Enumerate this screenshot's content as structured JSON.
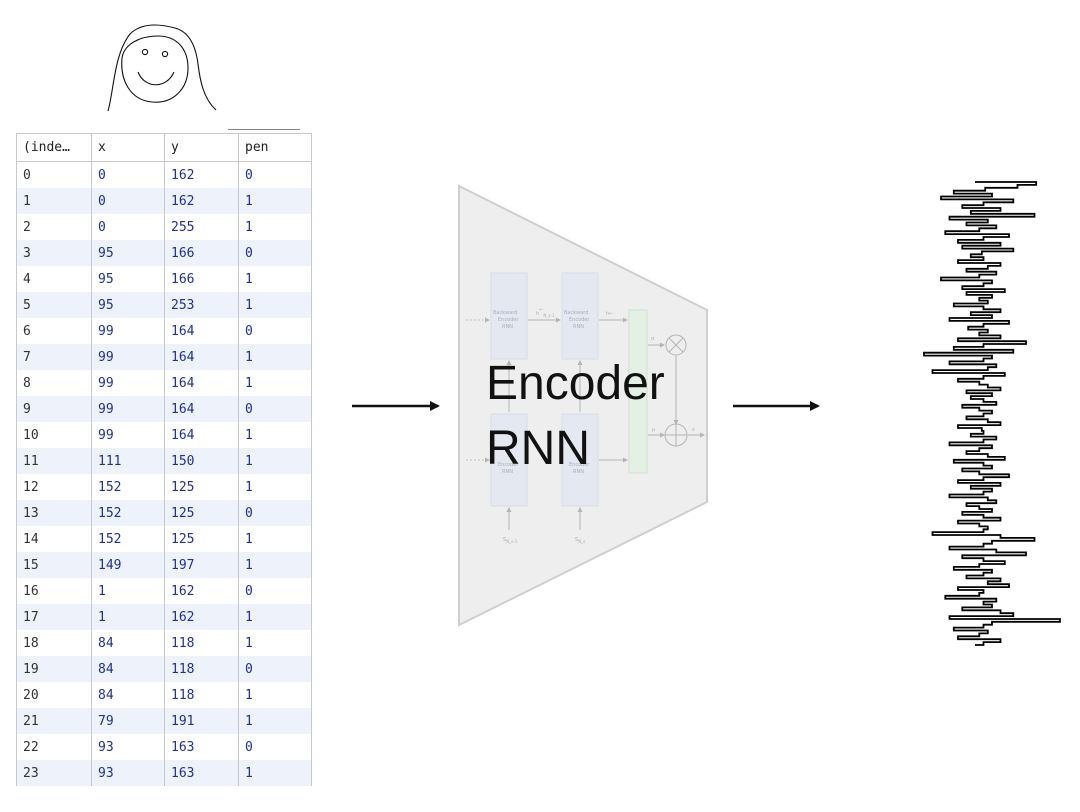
{
  "table": {
    "headers": [
      "(inde…",
      "x",
      "y",
      "pen"
    ],
    "rows": [
      [
        "0",
        "0",
        "162",
        "0"
      ],
      [
        "1",
        "0",
        "162",
        "1"
      ],
      [
        "2",
        "0",
        "255",
        "1"
      ],
      [
        "3",
        "95",
        "166",
        "0"
      ],
      [
        "4",
        "95",
        "166",
        "1"
      ],
      [
        "5",
        "95",
        "253",
        "1"
      ],
      [
        "6",
        "99",
        "164",
        "0"
      ],
      [
        "7",
        "99",
        "164",
        "1"
      ],
      [
        "8",
        "99",
        "164",
        "1"
      ],
      [
        "9",
        "99",
        "164",
        "0"
      ],
      [
        "10",
        "99",
        "164",
        "1"
      ],
      [
        "11",
        "111",
        "150",
        "1"
      ],
      [
        "12",
        "152",
        "125",
        "1"
      ],
      [
        "13",
        "152",
        "125",
        "0"
      ],
      [
        "14",
        "152",
        "125",
        "1"
      ],
      [
        "15",
        "149",
        "197",
        "1"
      ],
      [
        "16",
        "1",
        "162",
        "0"
      ],
      [
        "17",
        "1",
        "162",
        "1"
      ],
      [
        "18",
        "84",
        "118",
        "1"
      ],
      [
        "19",
        "84",
        "118",
        "0"
      ],
      [
        "20",
        "84",
        "118",
        "1"
      ],
      [
        "21",
        "79",
        "191",
        "1"
      ],
      [
        "22",
        "93",
        "163",
        "0"
      ],
      [
        "23",
        "93",
        "163",
        "1"
      ]
    ]
  },
  "encoder": {
    "line1": "Encoder",
    "line2": "RNN",
    "inner": {
      "block": [
        "Backward",
        "Encoder",
        "RNN"
      ],
      "h_prev": "h",
      "h_prev_sup": "←",
      "h_prev_sub": "N_s-1",
      "h_last": "h←",
      "sigma": "σ",
      "mu": "μ",
      "z": "z",
      "s_prev": "S",
      "s_prev_sub": "N_s-1",
      "s_last": "S",
      "s_last_sub": "N_s"
    }
  },
  "vector": {
    "values": [
      0.72,
      0.5,
      0.12,
      -0.25,
      0.2,
      -0.4,
      0.45,
      0.1,
      -0.15,
      0.3,
      -0.05,
      0.7,
      -0.3,
      0.15,
      -0.1,
      0.25,
      0.05,
      -0.35,
      0.4,
      0.1,
      -0.2,
      0.3,
      -0.15,
      0.45,
      0.08,
      -0.05,
      0.1,
      -0.2,
      0.3,
      0.15,
      -0.1,
      0.25,
      0.05,
      -0.4,
      0.2,
      0.1,
      -0.15,
      0.35,
      -0.1,
      0.2,
      0.05,
      0.15,
      -0.25,
      0.1,
      0.3,
      -0.05,
      0.2,
      -0.3,
      0.4,
      0.1,
      -0.08,
      0.15,
      0.05,
      0.3,
      -0.2,
      0.6,
      0.1,
      -0.25,
      0.45,
      -0.6,
      0.2,
      0.1,
      -0.3,
      0.25,
      0.15,
      -0.5,
      0.35,
      0.1,
      -0.2,
      0.05,
      0.15,
      0.3,
      -0.1,
      0.2,
      -0.05,
      0.1,
      0.25,
      -0.15,
      0.05,
      0.2,
      0.1,
      -0.1,
      0.15,
      0.3,
      -0.2,
      0.08,
      0.1,
      -0.05,
      0.25,
      0.1,
      -0.3,
      0.2,
      0.05,
      -0.1,
      0.15,
      0.35,
      -0.25,
      0.1,
      0.2,
      -0.15,
      0.05,
      0.4,
      0.1,
      -0.2,
      0.3,
      -0.05,
      0.2,
      0.1,
      -0.3,
      0.15,
      0.25,
      -0.1,
      0.05,
      0.2,
      -0.15,
      0.1,
      0.3,
      -0.2,
      0.05,
      0.15,
      0.1,
      -0.5,
      0.3,
      0.7,
      0.2,
      0.1,
      -0.3,
      0.25,
      0.6,
      -0.15,
      0.1,
      0.35,
      0.05,
      -0.25,
      0.2,
      0.1,
      -0.1,
      0.3,
      0.15,
      0.4,
      -0.2,
      0.1,
      0.05,
      -0.35,
      0.25,
      0.1,
      0.2,
      -0.15,
      0.3,
      0.45,
      -0.3,
      1.0,
      0.2,
      0.1,
      -0.25,
      0.15,
      0.05,
      -0.2,
      0.3,
      0.1
    ]
  },
  "colors": {
    "index_text": "#333333",
    "value_text": "#1c2fa3",
    "row_stripe": "#eef3fb",
    "encoder_fill": "#eeeeee",
    "encoder_stroke": "#cfcfcf",
    "inner_block": "#e2e7f2",
    "inner_green": "#e3f1e3",
    "vector_stroke": "#000000"
  }
}
